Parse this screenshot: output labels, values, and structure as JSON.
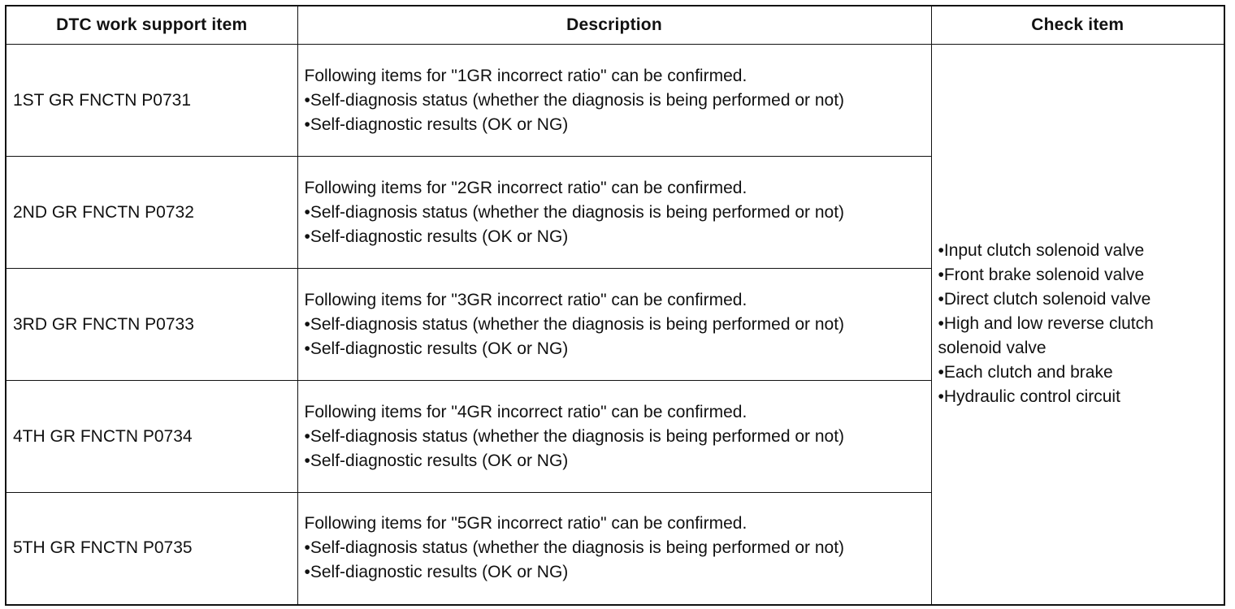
{
  "headers": {
    "item": "DTC work support item",
    "description": "Description",
    "check": "Check item"
  },
  "rows": [
    {
      "item": "1ST GR FNCTN P0731",
      "desc_intro": "Following items for \"1GR incorrect ratio\" can be confirmed.",
      "desc_status": "Self-diagnosis status (whether the diagnosis is being performed or not)",
      "desc_results": "Self-diagnostic results (OK or NG)"
    },
    {
      "item": "2ND GR FNCTN P0732",
      "desc_intro": "Following items for \"2GR incorrect ratio\" can be confirmed.",
      "desc_status": "Self-diagnosis status (whether the diagnosis is being performed or not)",
      "desc_results": "Self-diagnostic results (OK or NG)"
    },
    {
      "item": "3RD GR FNCTN P0733",
      "desc_intro": "Following items for \"3GR incorrect ratio\" can be confirmed.",
      "desc_status": "Self-diagnosis status (whether the diagnosis is being performed or not)",
      "desc_results": "Self-diagnostic results (OK or NG)"
    },
    {
      "item": "4TH GR FNCTN P0734",
      "desc_intro": "Following items for \"4GR incorrect ratio\" can be confirmed.",
      "desc_status": "Self-diagnosis status (whether the diagnosis is being performed or not)",
      "desc_results": "Self-diagnostic results (OK or NG)"
    },
    {
      "item": "5TH GR FNCTN P0735",
      "desc_intro": "Following items for \"5GR incorrect ratio\" can be confirmed.",
      "desc_status": "Self-diagnosis status (whether the diagnosis is being performed or not)",
      "desc_results": "Self-diagnostic results (OK or NG)"
    }
  ],
  "check_items": [
    "Input clutch solenoid valve",
    "Front brake solenoid valve",
    "Direct clutch solenoid valve",
    "High and low reverse clutch solenoid valve",
    "Each clutch and brake",
    "Hydraulic control circuit"
  ]
}
